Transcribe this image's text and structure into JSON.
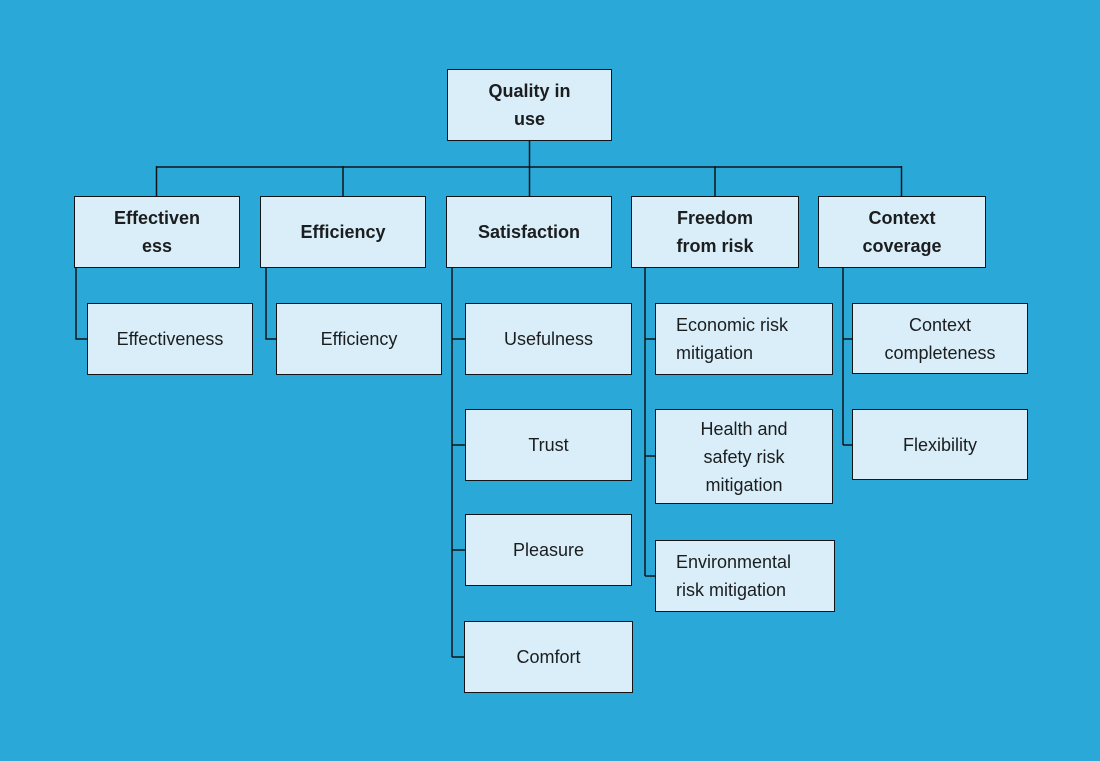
{
  "canvas": {
    "background": "#2AA9D8",
    "node_fill": "#D9EEF8",
    "node_border": "#121417",
    "connector_color": "#121417",
    "text_color": "#1B1D1F"
  },
  "tree": {
    "root": {
      "label": "Quality in\nuse"
    },
    "branches": [
      {
        "label": "Effectiven\ness",
        "children": [
          {
            "label": "Effectiveness"
          }
        ]
      },
      {
        "label": "Efficiency",
        "children": [
          {
            "label": "Efficiency"
          }
        ]
      },
      {
        "label": "Satisfaction",
        "children": [
          {
            "label": "Usefulness"
          },
          {
            "label": "Trust"
          },
          {
            "label": "Pleasure"
          },
          {
            "label": "Comfort"
          }
        ]
      },
      {
        "label": "Freedom\nfrom risk",
        "children": [
          {
            "label": "Economic risk\nmitigation"
          },
          {
            "label": "Health and\nsafety risk\nmitigation"
          },
          {
            "label": "Environmental\nrisk mitigation"
          }
        ]
      },
      {
        "label": "Context\ncoverage",
        "children": [
          {
            "label": "Context\ncompleteness"
          },
          {
            "label": "Flexibility"
          }
        ]
      }
    ]
  }
}
